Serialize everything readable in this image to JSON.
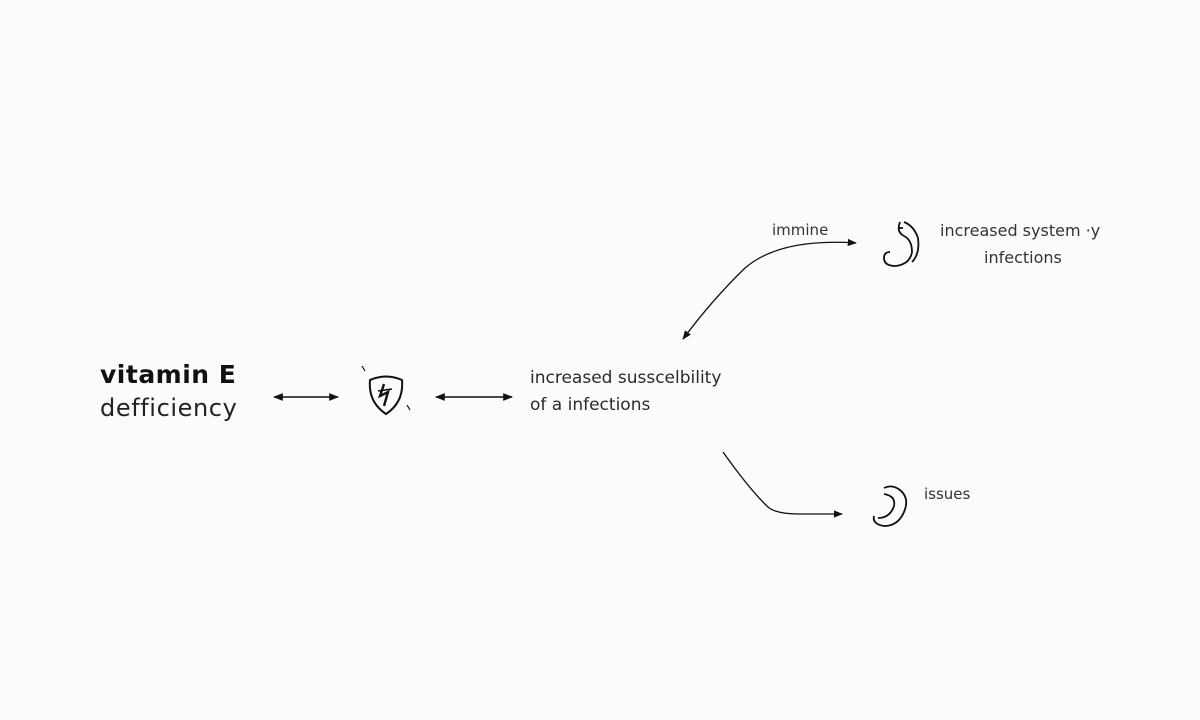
{
  "diagram": {
    "start_node": {
      "line1": "vitamin E",
      "line2": "defficiency"
    },
    "center_node": {
      "line1": "increased susscelbility",
      "line2": "of a infections"
    },
    "top_branch": {
      "edge_label": "immine",
      "node_line1": "increased system ·y",
      "node_line2": "infections"
    },
    "bottom_branch": {
      "node_label": "issues"
    },
    "icons": {
      "shield": "immune-shield-icon",
      "stomach_top": "stomach-icon",
      "stomach_bottom": "stomach-icon"
    },
    "colors": {
      "background": "#fbfbfb",
      "ink": "#111111"
    }
  }
}
